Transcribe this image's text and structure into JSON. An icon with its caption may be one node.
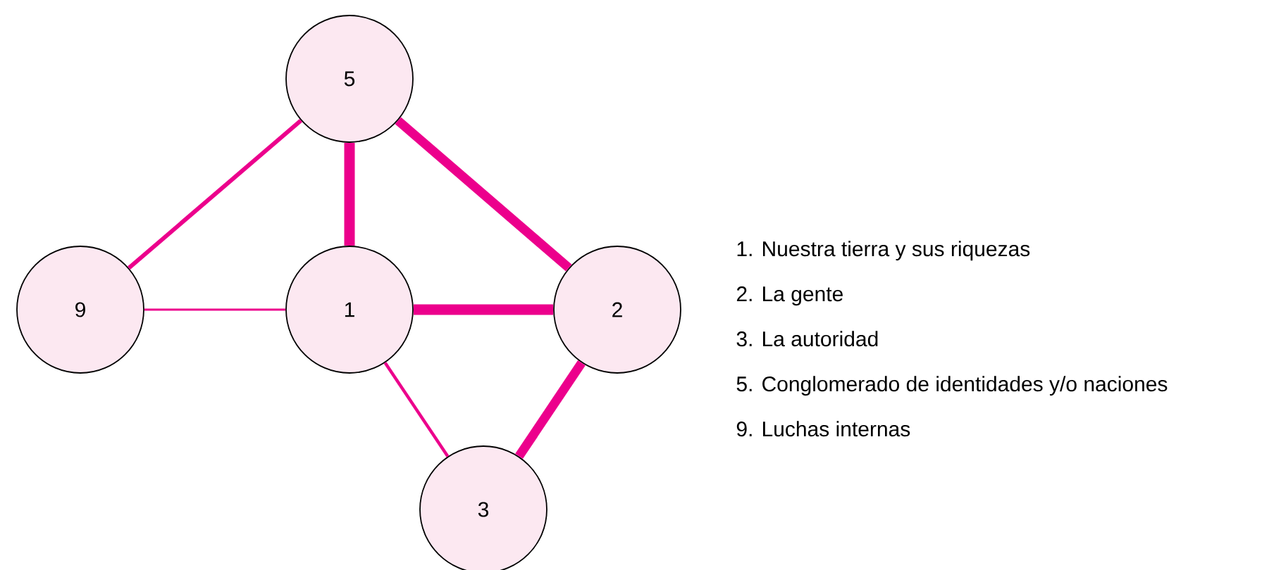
{
  "diagram": {
    "nodes": [
      {
        "text": [
          "5"
        ]
      },
      {
        "text": [
          "9"
        ]
      },
      {
        "text": [
          "1"
        ]
      },
      {
        "text": [
          "2"
        ]
      },
      {
        "text": [
          "3"
        ]
      }
    ],
    "edges": [
      {
        "from": 0,
        "to": 1,
        "arrow": "none"
      },
      {
        "from": 0,
        "to": 2,
        "arrow": "none"
      },
      {
        "from": 0,
        "to": 3,
        "arrow": "none"
      },
      {
        "from": 1,
        "to": 2,
        "arrow": "none"
      },
      {
        "from": 2,
        "to": 3,
        "arrow": "none"
      },
      {
        "from": 2,
        "to": 4,
        "arrow": "none"
      },
      {
        "from": 3,
        "to": 4,
        "arrow": "none"
      }
    ],
    "labels": [
      "1. Nuestra tierra y sus riquezas",
      "2. La gente",
      "3. La autoridad",
      "5. Conglomerado de identidades y/o naciones",
      "9. Luchas internas"
    ]
  }
}
